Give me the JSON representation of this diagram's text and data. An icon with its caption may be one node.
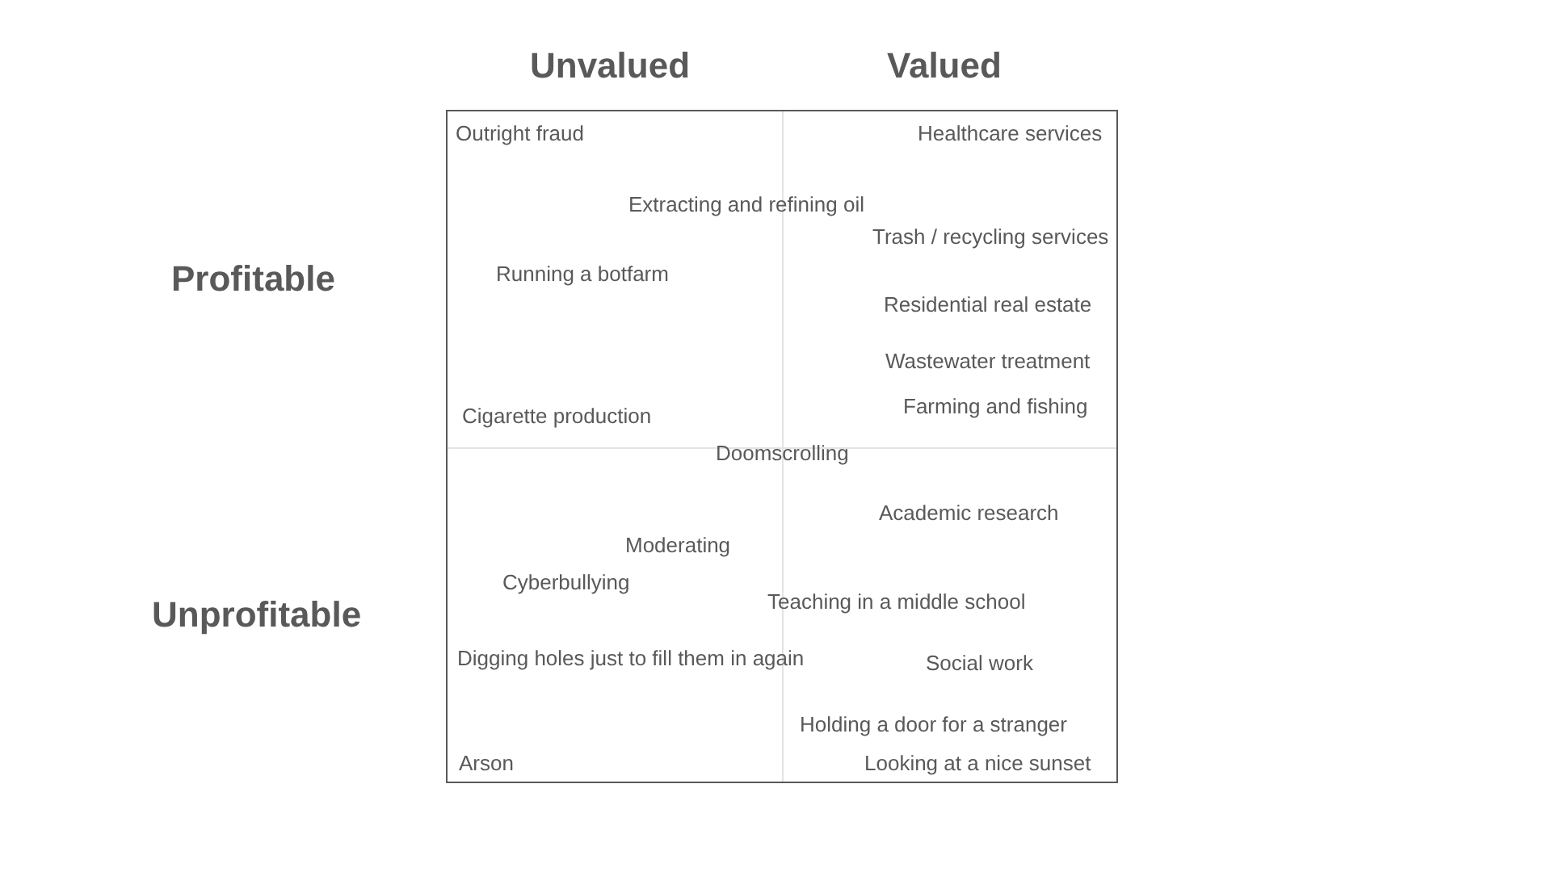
{
  "diagram": {
    "labels": [
      "Unvalued",
      "Valued",
      "Outright fraud",
      "Healthcare services",
      "Extracting and refining oil",
      "Trash / recycling services",
      "Profitable",
      "Running a botfarm",
      "Residential real estate",
      "Wastewater treatment",
      "Farming and fishing",
      "Cigarette production",
      "Doomscrolling",
      "Academic research",
      "Moderating",
      "Cyberbullying",
      "Unprofitable",
      "Teaching in a middle school",
      "Digging holes just to fill them in again",
      "Social work",
      "Holding a door for a stranger",
      "Arson",
      "Looking at a nice sunset"
    ]
  }
}
